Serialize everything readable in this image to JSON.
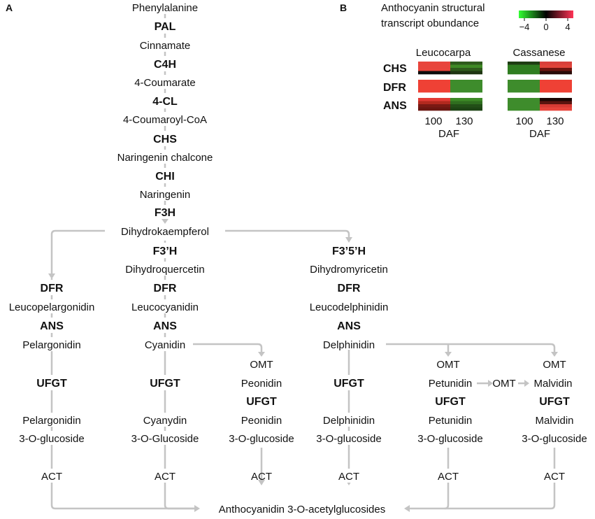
{
  "panels": {
    "a": "A",
    "b": "B"
  },
  "pathway": {
    "main": {
      "phenylalanine": "Phenylalanine",
      "pal": "PAL",
      "cinnamate": "Cinnamate",
      "c4h": "C4H",
      "coumarate": "4-Coumarate",
      "cl4": "4-CL",
      "coumaroyl_coa": "4-Coumaroyl-CoA",
      "chs": "CHS",
      "naringenin_chalcone": "Naringenin chalcone",
      "chi": "CHI",
      "naringenin": "Naringenin",
      "f3h": "F3H",
      "dihydrokaempferol": "Dihydrokaempferol"
    },
    "left": {
      "dfr": "DFR",
      "leucopelargonidin": "Leucopelargonidin",
      "ans": "ANS",
      "pelargonidin": "Pelargonidin",
      "ufgt": "UFGT",
      "glucoside_1": "Pelargonidin",
      "glucoside_2": "3-O-glucoside",
      "act": "ACT"
    },
    "middle": {
      "f3h_prime": "F3’H",
      "dihydroquercetin": "Dihydroquercetin",
      "dfr": "DFR",
      "leucocyanidin": "Leucocyanidin",
      "ans": "ANS",
      "cyanidin": "Cyanidin",
      "ufgt": "UFGT",
      "glucoside_1": "Cyanydin",
      "glucoside_2": "3-O-Glucoside",
      "act": "ACT"
    },
    "peonidin_branch": {
      "omt": "OMT",
      "peonidin": "Peonidin",
      "ufgt": "UFGT",
      "glucoside_1": "Peonidin",
      "glucoside_2": "3-O-glucoside",
      "act": "ACT"
    },
    "right": {
      "f35h": "F3’5’H",
      "dihydromyricetin": "Dihydromyricetin",
      "dfr": "DFR",
      "leucodelphinidin": "Leucodelphinidin",
      "ans": "ANS",
      "delphinidin": "Delphinidin",
      "ufgt": "UFGT",
      "glucoside_1": "Delphinidin",
      "glucoside_2": "3-O-glucoside",
      "act": "ACT"
    },
    "petunidin_branch": {
      "omt": "OMT",
      "petunidin": "Petunidin",
      "ufgt": "UFGT",
      "glucoside_1": "Petunidin",
      "glucoside_2": "3-O-glucoside",
      "act": "ACT"
    },
    "omt_between": "OMT",
    "malvidin_branch": {
      "omt": "OMT",
      "malvidin": "Malvidin",
      "ufgt": "UFGT",
      "glucoside_1": "Malvidin",
      "glucoside_2": "3-O-glucoside",
      "act": "ACT"
    },
    "final_product": "Anthocyanidin 3-O-acetylglucosides"
  },
  "heatmap": {
    "title_line1": "Anthocyanin structural",
    "title_line2": "transcript obundance",
    "scale_ticks": [
      "−4",
      "0",
      "4"
    ],
    "scale_colors": [
      "#33ff33",
      "#000000",
      "#ff3355"
    ],
    "groups": [
      {
        "name": "Leucocarpa",
        "daf_labels": [
          "100",
          "130"
        ],
        "axis_label": "DAF",
        "rows": {
          "CHS": [
            [
              "#e8453c",
              "#e8453c",
              "#e8453c",
              "#0d0d0d"
            ],
            [
              "#2e5a1c",
              "#3f8a25",
              "#2e5a1c",
              "#1e3512"
            ]
          ],
          "DFR": [
            [
              "#ef4135",
              "#ef4135",
              "#ef4135",
              "#ef4135"
            ],
            [
              "#3e8c2c",
              "#3e8c2c",
              "#3e8c2c",
              "#3e8c2c"
            ]
          ],
          "ANS": [
            [
              "#e23a34",
              "#b2291f",
              "#7a1913",
              "#6a1611"
            ],
            [
              "#3c8a26",
              "#2f6e1f",
              "#224f17",
              "#1d4414"
            ]
          ]
        }
      },
      {
        "name": "Cassanese",
        "daf_labels": [
          "100",
          "130"
        ],
        "axis_label": "DAF",
        "rows": {
          "CHS": [
            [
              "#1e3d12",
              "#2f7d20",
              "#2f7d20",
              "#2f7d20"
            ],
            [
              "#d8403b",
              "#e0443a",
              "#6e1510",
              "#2a0a08"
            ]
          ],
          "DFR": [
            [
              "#3e8c2c",
              "#3e8c2c",
              "#3e8c2c",
              "#3e8c2c"
            ],
            [
              "#ef4135",
              "#ef4135",
              "#ef4135",
              "#ef4135"
            ]
          ],
          "ANS": [
            [
              "#3e8c2c",
              "#3e8c2c",
              "#3e8c2c",
              "#3e8c2c"
            ],
            [
              "#1a0604",
              "#5a140f",
              "#d63b34",
              "#e8453c"
            ]
          ]
        }
      }
    ],
    "row_labels": [
      "CHS",
      "DFR",
      "ANS"
    ]
  }
}
